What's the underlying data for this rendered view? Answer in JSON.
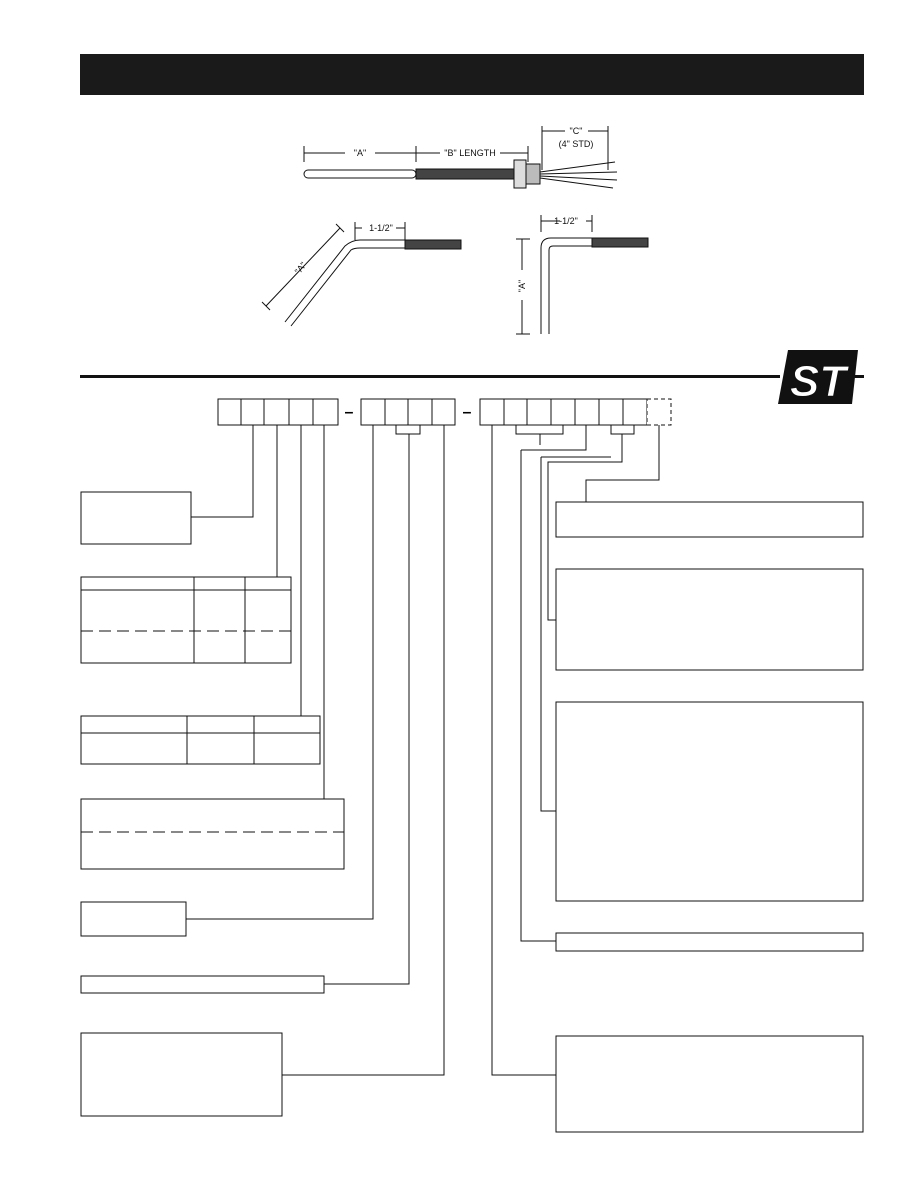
{
  "diagram": {
    "dim_a": "\"A\"",
    "dim_b": "\"B\" LENGTH",
    "dim_c": "\"C\"",
    "dim_c_std": "(4\" STD)",
    "bend_length_1": "1-1/2\"",
    "bend_length_2": "1-1/2\"",
    "bend_a_1": "\"A\"",
    "bend_a_2": "\"A\""
  },
  "logo": {
    "text": "ST"
  },
  "part_number": {
    "separator_1": "–",
    "separator_2": "–"
  }
}
